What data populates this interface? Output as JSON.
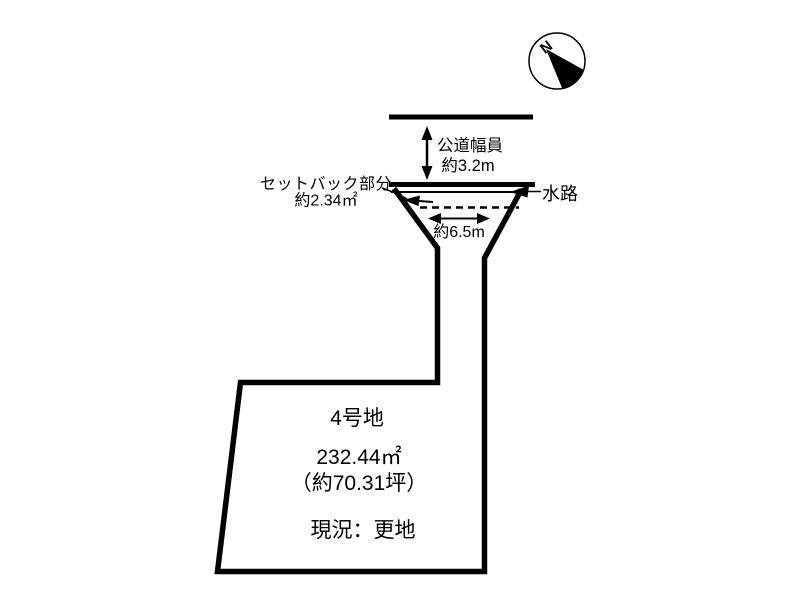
{
  "page": {
    "background": "#ffffff",
    "ink": "#000000"
  },
  "compass": {
    "north_label": "N"
  },
  "road": {
    "width_label_line1": "公道幅員",
    "width_label_line2": "約3.2m"
  },
  "waterway": {
    "label": "水路"
  },
  "setback": {
    "label_line1": "セットバック部分",
    "label_line2": "約2.34㎡"
  },
  "frontage": {
    "label": "約6.5m"
  },
  "parcel": {
    "lot_name": "4号地",
    "area_sqm": "232.44㎡",
    "area_tsubo": "（約70.31坪）",
    "status": "現況：更地"
  }
}
